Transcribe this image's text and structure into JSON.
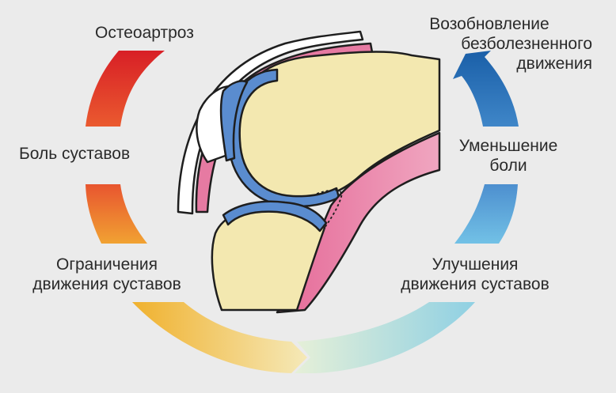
{
  "labels": {
    "osteoarthrosis": "Остеоартроз",
    "joint_pain": "Боль суставов",
    "limitation_line1": "Ограничения",
    "limitation_line2": "движения суставов",
    "restoration_line1": "Возобновление",
    "restoration_line2": "безболезненного",
    "restoration_line3": "движения",
    "pain_reduction_line1": "Уменьшение",
    "pain_reduction_line2": "боли",
    "improvement_line1": "Улучшения",
    "improvement_line2": "движения суставов"
  },
  "colors": {
    "background": "#ebebeb",
    "bone": "#f3e8b0",
    "cartilage": "#5a8ccf",
    "synovium_pink": "#e06a97",
    "capsule_white": "#ffffff",
    "outline": "#1e1e1e",
    "arc_red": "#d9262a",
    "arc_orange": "#ef8c2c",
    "arc_yellow": "#f2c03c",
    "arc_blue": "#1e6ab0",
    "arc_lightblue": "#5bb6e0",
    "arc_cyan": "#9fd6e3"
  }
}
